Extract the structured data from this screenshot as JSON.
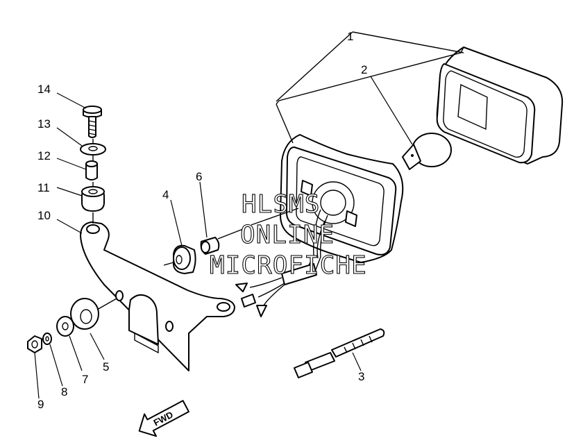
{
  "callouts": [
    {
      "id": "1",
      "label": "1"
    },
    {
      "id": "2",
      "label": "2"
    },
    {
      "id": "3",
      "label": "3"
    },
    {
      "id": "4",
      "label": "4"
    },
    {
      "id": "5",
      "label": "5"
    },
    {
      "id": "6",
      "label": "6"
    },
    {
      "id": "7",
      "label": "7"
    },
    {
      "id": "8",
      "label": "8"
    },
    {
      "id": "9",
      "label": "9"
    },
    {
      "id": "10",
      "label": "10"
    },
    {
      "id": "11",
      "label": "11"
    },
    {
      "id": "12",
      "label": "12"
    },
    {
      "id": "13",
      "label": "13"
    },
    {
      "id": "14",
      "label": "14"
    }
  ],
  "watermark": {
    "line1": "HLSMS",
    "line2": "ONLINE",
    "line3": "MICROFICHE"
  },
  "fwd_arrow": {
    "label": "FWD"
  }
}
